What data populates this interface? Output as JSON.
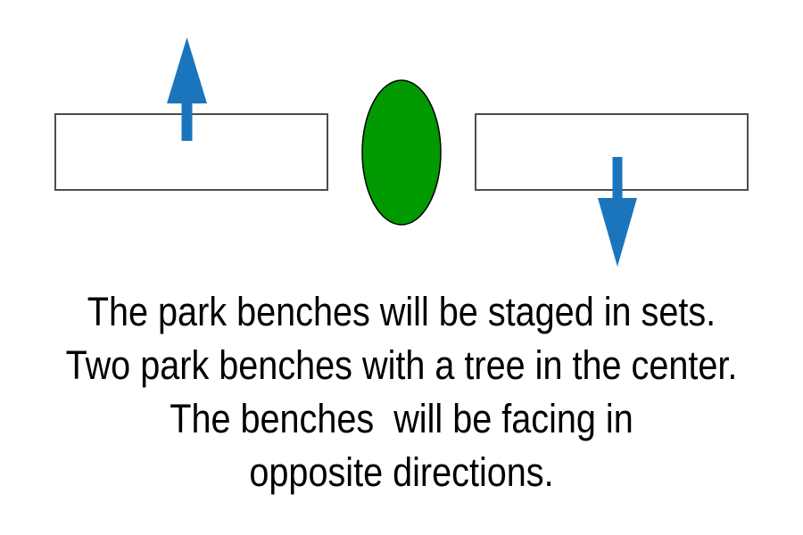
{
  "caption": {
    "lines": [
      "The park benches will be staged in sets.",
      "Two park benches with a tree in the center.",
      "The benches  will be facing in",
      "opposite directions."
    ]
  },
  "colors": {
    "arrow_blue": "#1b75bc",
    "tree_green": "#009a00",
    "bench_fill": "#ffffff",
    "bench_border": "#4d4d4d",
    "tree_border": "#000000",
    "text": "#000000",
    "background": "#ffffff"
  },
  "shapes": {
    "left_bench": "rectangle",
    "right_bench": "rectangle",
    "tree": "ellipse",
    "up_arrow": "arrow-up",
    "down_arrow": "arrow-down"
  }
}
